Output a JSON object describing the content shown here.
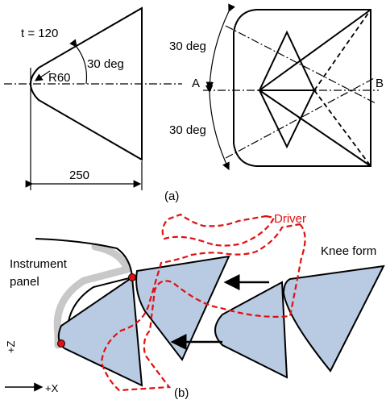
{
  "panel_a": {
    "thickness_label": "t = 120",
    "angle_label": "30 deg",
    "radius_label": "R60",
    "width_label": "250",
    "upper_angle_label": "30 deg",
    "lower_angle_label": "30 deg",
    "point_a": "A",
    "point_b": "B",
    "caption": "(a)"
  },
  "panel_b": {
    "driver_label": "Driver",
    "instrument_label_line1": "Instrument",
    "instrument_label_line2": "panel",
    "knee_label": "Knee form",
    "axis_x_label": "+X",
    "axis_z_label": "+Z",
    "caption": "(b)"
  },
  "colors": {
    "airbag_fill": "#b9cbe3",
    "driver_outline": "#e01010",
    "contact_point": "#e01010",
    "panel_shadow": "#c8c8c8"
  }
}
